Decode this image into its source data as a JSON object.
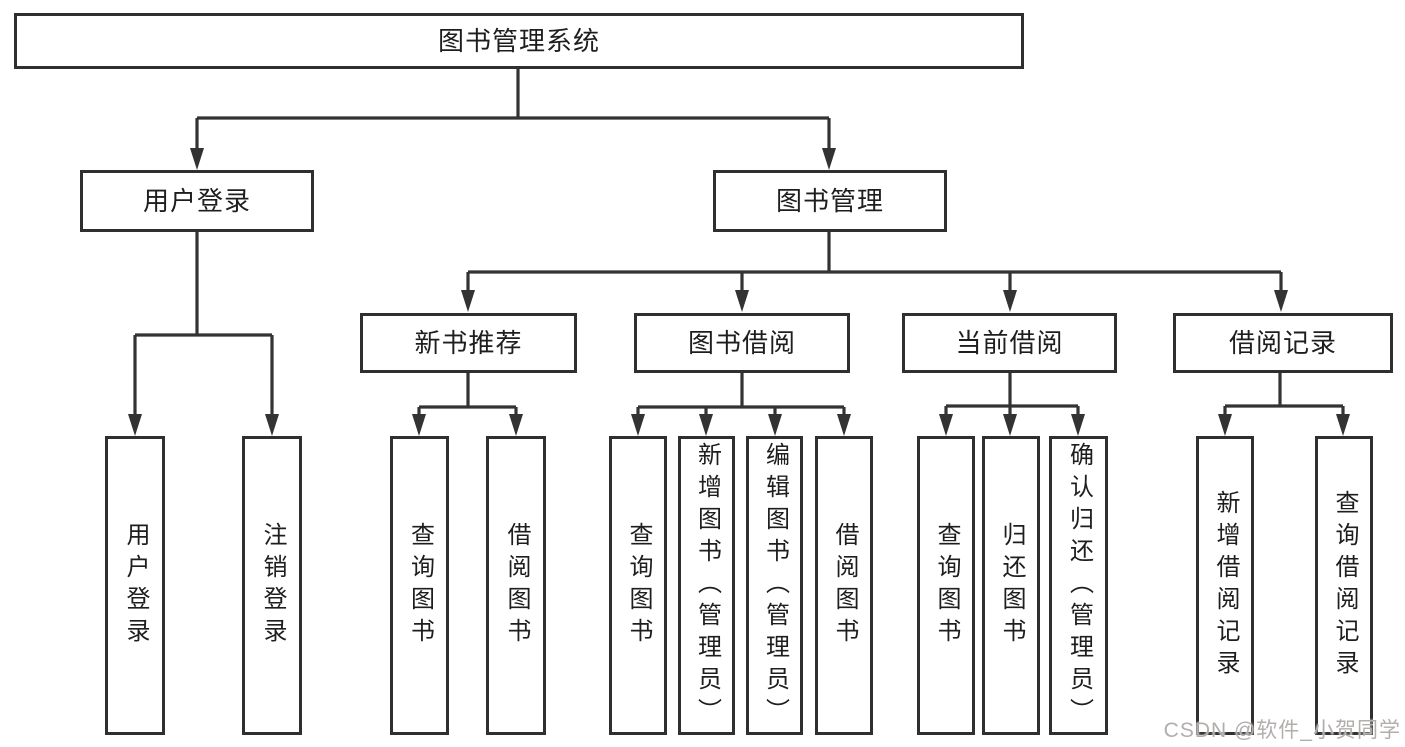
{
  "diagram": {
    "watermark": "CSDN @软件_小贺同学",
    "colors": {
      "background": "#ffffff",
      "line": "#333333",
      "node_border": "#2f2f2f",
      "node_text": "#1e1e1e",
      "watermark_text": "#b1aeac"
    },
    "nodes": [
      {
        "id": "root",
        "label": "图书管理系统",
        "parent": null
      },
      {
        "id": "login",
        "label": "用户登录",
        "parent": "root"
      },
      {
        "id": "mgmt",
        "label": "图书管理",
        "parent": "root"
      },
      {
        "id": "leaf_user_login",
        "label": "用户登录",
        "parent": "login"
      },
      {
        "id": "leaf_logout",
        "label": "注销登录",
        "parent": "login"
      },
      {
        "id": "rec",
        "label": "新书推荐",
        "parent": "mgmt"
      },
      {
        "id": "borrow",
        "label": "图书借阅",
        "parent": "mgmt"
      },
      {
        "id": "current",
        "label": "当前借阅",
        "parent": "mgmt"
      },
      {
        "id": "records",
        "label": "借阅记录",
        "parent": "mgmt"
      },
      {
        "id": "rec_query",
        "label": "查询图书",
        "parent": "rec"
      },
      {
        "id": "rec_borrow",
        "label": "借阅图书",
        "parent": "rec"
      },
      {
        "id": "borrow_query",
        "label": "查询图书",
        "parent": "borrow"
      },
      {
        "id": "borrow_add",
        "label": "新增图书（管理员）",
        "parent": "borrow"
      },
      {
        "id": "borrow_edit",
        "label": "编辑图书（管理员）",
        "parent": "borrow"
      },
      {
        "id": "borrow_borrow",
        "label": "借阅图书",
        "parent": "borrow"
      },
      {
        "id": "current_query",
        "label": "查询图书",
        "parent": "current"
      },
      {
        "id": "current_return",
        "label": "归还图书",
        "parent": "current"
      },
      {
        "id": "current_confirm",
        "label": "确认归还（管理员）",
        "parent": "current"
      },
      {
        "id": "records_add",
        "label": "新增借阅记录",
        "parent": "records"
      },
      {
        "id": "records_query",
        "label": "查询借阅记录",
        "parent": "records"
      }
    ]
  }
}
